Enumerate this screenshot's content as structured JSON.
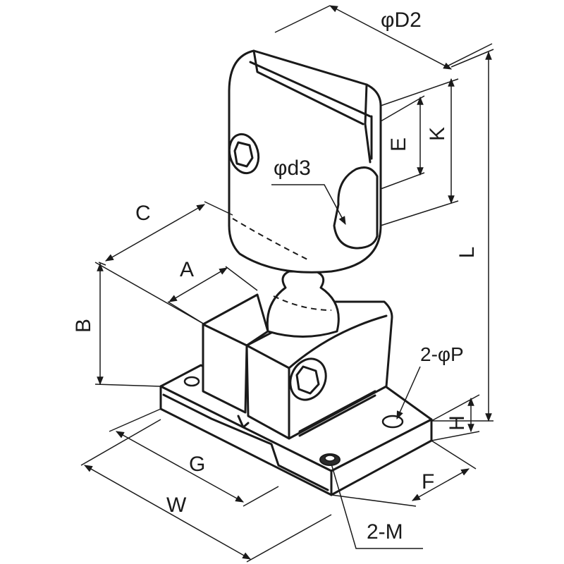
{
  "diagram": {
    "labels": {
      "D2": "φD2",
      "K": "K",
      "E": "E",
      "d3": "φd3",
      "L": "L",
      "C": "C",
      "A": "A",
      "B": "B",
      "P": "2-φP",
      "H": "H",
      "G": "G",
      "F": "F",
      "W": "W",
      "M": "2-M"
    }
  },
  "colors": {
    "line": "#1a1a1a",
    "background": "#ffffff"
  }
}
